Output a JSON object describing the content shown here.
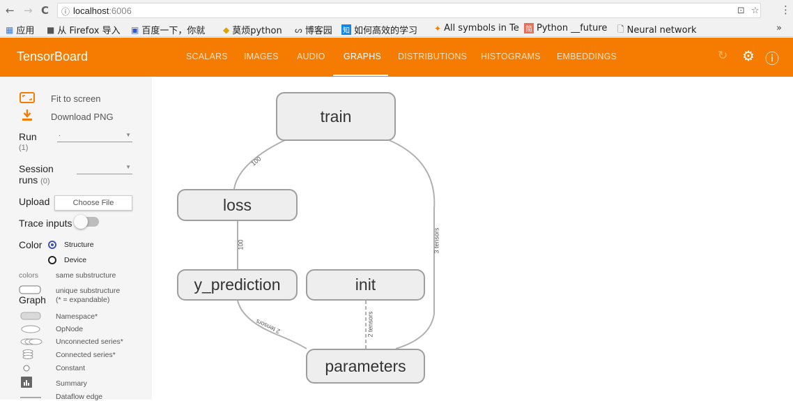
{
  "browser": {
    "url_host": "localhost",
    "url_port": ":6006",
    "bookmarks": [
      {
        "label": "应用",
        "icon": "apps-grid-icon"
      },
      {
        "label": "从 Firefox 导入",
        "icon": "folder-icon"
      },
      {
        "label": "百度一下，你就",
        "icon": "baidu-icon"
      },
      {
        "label": "莫烦python",
        "icon": "python-icon"
      },
      {
        "label": "博客园",
        "icon": "cnblogs-icon"
      },
      {
        "label": "如何高效的学习",
        "icon": "zhihu-icon"
      },
      {
        "label": "All symbols in Te",
        "icon": "tensorflow-icon"
      },
      {
        "label": "Python __future",
        "icon": "jianshu-icon"
      },
      {
        "label": "Neural network",
        "icon": "page-icon"
      }
    ]
  },
  "header": {
    "brand": "TensorBoard",
    "tabs": [
      "SCALARS",
      "IMAGES",
      "AUDIO",
      "GRAPHS",
      "DISTRIBUTIONS",
      "HISTOGRAMS",
      "EMBEDDINGS"
    ],
    "active_tab": "GRAPHS",
    "accent_color": "#f57c00"
  },
  "sidebar": {
    "fit_to_screen": "Fit to screen",
    "download_png": "Download PNG",
    "run_label": "Run",
    "run_count": "(1)",
    "run_value": ".",
    "session_label": "Session",
    "runs_label": "runs",
    "runs_count": "(0)",
    "upload_label": "Upload",
    "choose_file": "Choose File",
    "trace_inputs": "Trace inputs",
    "color_label": "Color",
    "color_structure": "Structure",
    "color_device": "Device",
    "colors_label": "colors",
    "same_substructure": "same substructure",
    "unique_substructure": "unique substructure",
    "expandable_note": "(* = expandable)",
    "graph_label": "Graph",
    "legend": {
      "namespace": "Namespace*",
      "opnode": "OpNode",
      "unconnected": "Unconnected series*",
      "connected": "Connected series*",
      "constant": "Constant",
      "summary": "Summary",
      "dataflow": "Dataflow edge"
    }
  },
  "graph": {
    "nodes": {
      "train": "train",
      "loss": "loss",
      "y_prediction": "y_prediction",
      "init": "init",
      "parameters": "parameters"
    },
    "edge_labels": {
      "train_loss": "100",
      "loss_ypred": "100",
      "train_params": "3 tensors",
      "ypred_params": "2 tensors",
      "init_params": "2 tensors"
    }
  }
}
